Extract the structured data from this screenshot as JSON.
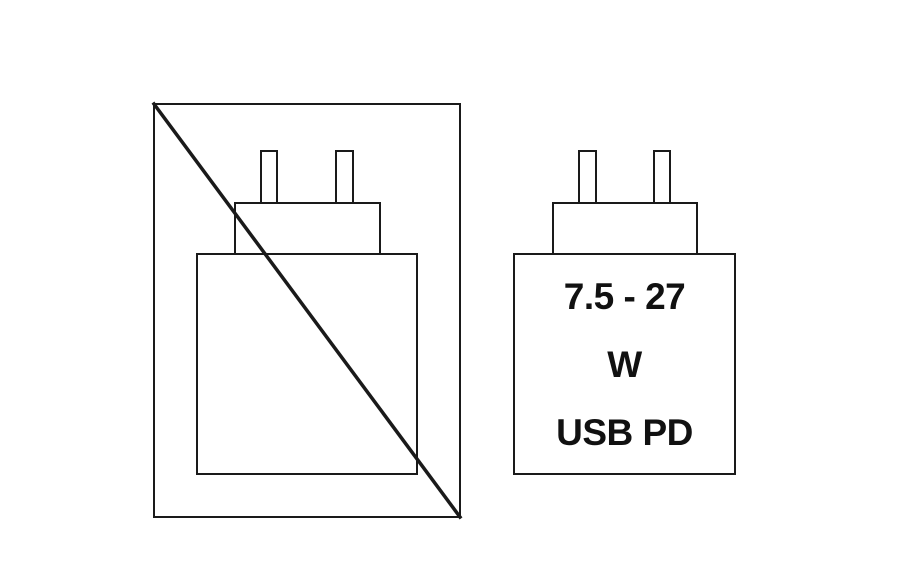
{
  "colors": {
    "stroke": "#1a1a1a",
    "background": "#ffffff",
    "text": "#111111"
  },
  "left_panel": {
    "icon": "charger-not-included-icon"
  },
  "right_panel": {
    "icon": "charger-icon",
    "power_range": "7.5 - 27",
    "power_unit": "W",
    "protocol": "USB PD"
  }
}
